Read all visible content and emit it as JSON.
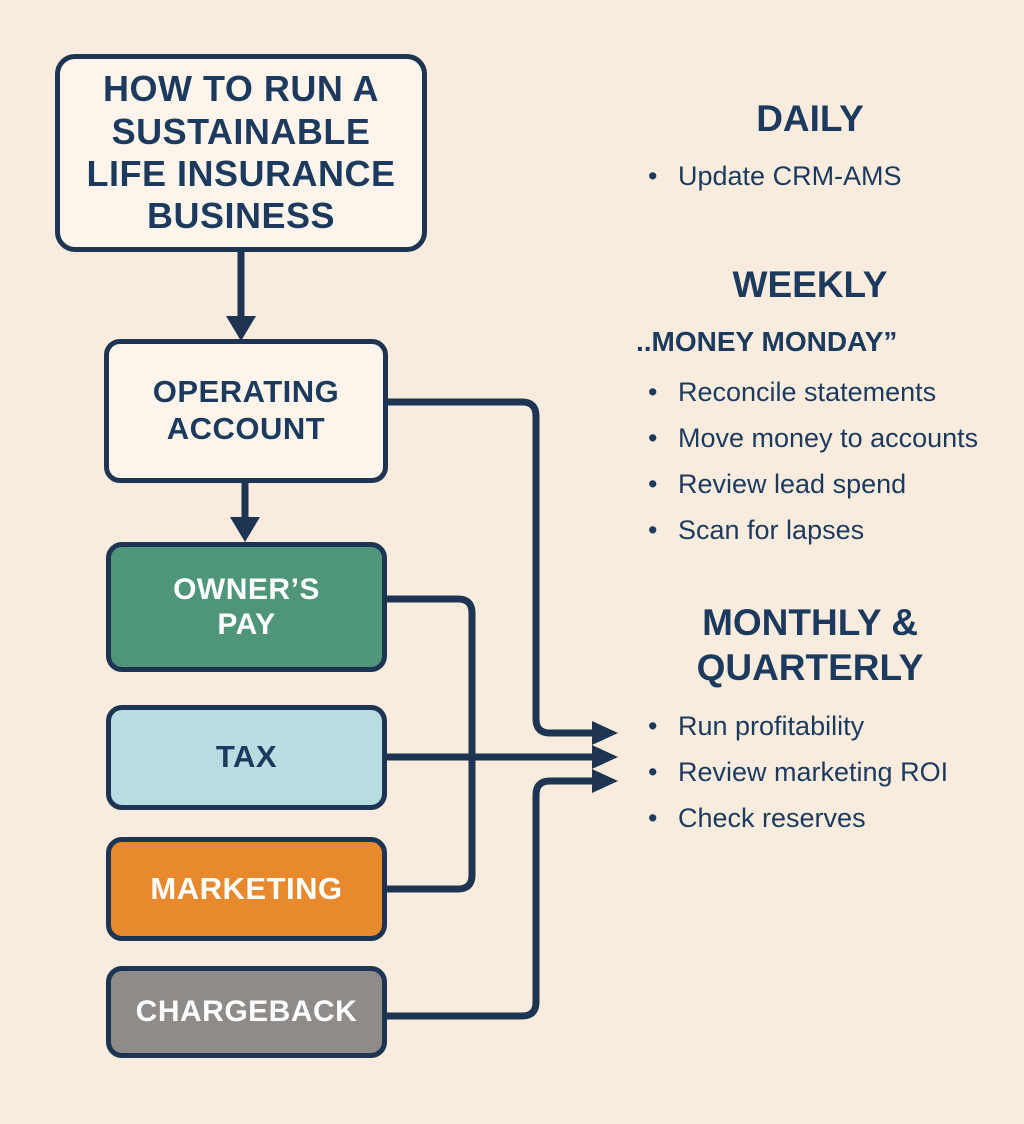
{
  "colors": {
    "background": "#f8ecdf",
    "line": "#1d3552",
    "text_navy": "#1c3a5e",
    "box_light_bg": "#fdf5ec",
    "owners_green": "#4e9579",
    "tax_blue": "#b7dce1",
    "marketing_orange": "#e9892d",
    "chargeback_gray": "#8e8b88",
    "label_white": "#ffffff"
  },
  "glyphs": {
    "bullet": "•"
  },
  "flowchart": {
    "title_box": {
      "label": "HOW TO RUN A SUSTAINABLE LIFE INSURANCE BUSINESS",
      "bg": "#fdf5ec",
      "text_color": "#1c3a5e"
    },
    "boxes": [
      {
        "label": "OPERATING ACCOUNT",
        "bg": "#fdf5ec",
        "text_color": "#1c3a5e"
      },
      {
        "label": "OWNER’S PAY",
        "bg": "#4e9579",
        "text_color": "#ffffff"
      },
      {
        "label": "TAX",
        "bg": "#b7dce1",
        "text_color": "#1c3a5e"
      },
      {
        "label": "MARKETING",
        "bg": "#e9892d",
        "text_color": "#ffffff"
      },
      {
        "label": "CHARGEBACK",
        "bg": "#8e8b88",
        "text_color": "#ffffff"
      }
    ]
  },
  "schedule": {
    "daily": {
      "heading": "DAILY",
      "items": [
        "Update CRM-AMS"
      ]
    },
    "weekly": {
      "heading": "WEEKLY",
      "subheading": "..MONEY MONDAY”",
      "items": [
        "Reconcile statements",
        "Move money to accounts",
        "Review lead spend",
        "Scan for lapses"
      ]
    },
    "monthly": {
      "heading": "MONTHLY & QUARTERLY",
      "items": [
        "Run profitability",
        "Review marketing ROI",
        "Check reserves"
      ]
    }
  }
}
